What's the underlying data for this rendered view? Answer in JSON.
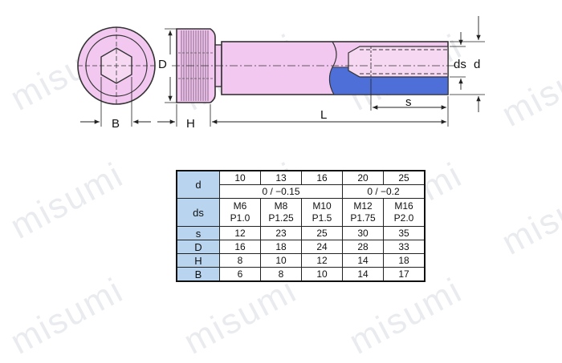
{
  "watermark": {
    "text": "misumi"
  },
  "drawing": {
    "labels": {
      "D_left": "D",
      "B": "B",
      "H": "H",
      "L": "L",
      "ds": "ds",
      "d": "d",
      "s": "s"
    },
    "colors": {
      "body": "#f2c8f0",
      "thread": "#4f6fd8",
      "outline": "#333333",
      "dim_line": "#222222"
    }
  },
  "table": {
    "headers": {
      "d": "d",
      "tol": "",
      "ds": "ds",
      "s": "s",
      "D": "D",
      "H": "H",
      "B": "B"
    },
    "d_values": [
      "10",
      "13",
      "16",
      "20",
      "25"
    ],
    "tolerances": [
      "0 / −0.15",
      "0 / −0.2"
    ],
    "ds_values": [
      {
        "size": "M6",
        "pitch": "P1.0"
      },
      {
        "size": "M8",
        "pitch": "P1.25"
      },
      {
        "size": "M10",
        "pitch": "P1.5"
      },
      {
        "size": "M12",
        "pitch": "P1.75"
      },
      {
        "size": "M16",
        "pitch": "P2.0"
      }
    ],
    "s_values": [
      "12",
      "23",
      "25",
      "30",
      "35"
    ],
    "D_values": [
      "16",
      "18",
      "24",
      "28",
      "33"
    ],
    "H_values": [
      "8",
      "10",
      "12",
      "14",
      "18"
    ],
    "B_values": [
      "6",
      "8",
      "10",
      "14",
      "17"
    ]
  }
}
